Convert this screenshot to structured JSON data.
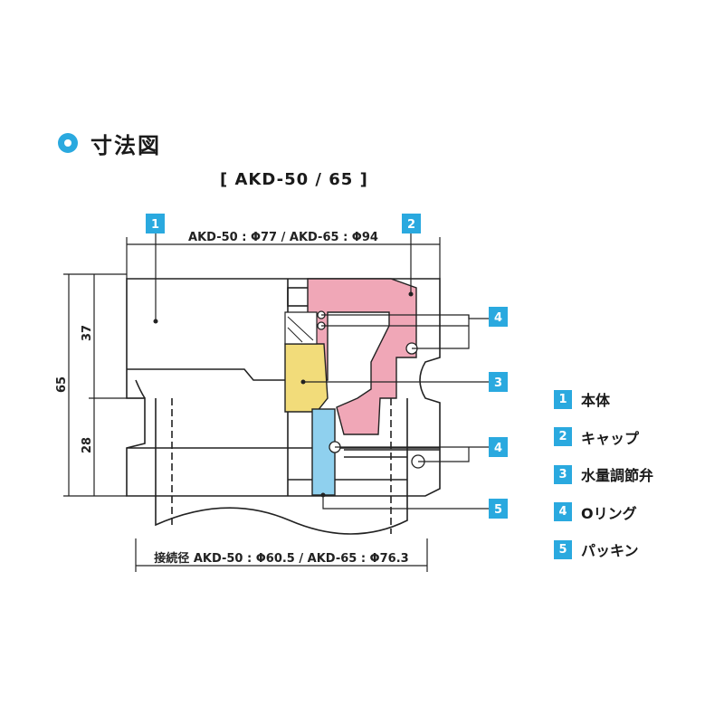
{
  "heading": {
    "title": "寸法図"
  },
  "model_label": "[ AKD-50 / 65 ]",
  "dimensions": {
    "top_diameter": "AKD-50 : Φ77 / AKD-65 : Φ94",
    "bottom_diameter": "接続径 AKD-50 : Φ60.5 / AKD-65 : Φ76.3",
    "total_height": "65",
    "upper_height": "37",
    "lower_height": "28"
  },
  "callouts": [
    {
      "num": "1"
    },
    {
      "num": "2"
    },
    {
      "num": "4"
    },
    {
      "num": "3"
    },
    {
      "num": "4"
    },
    {
      "num": "5"
    }
  ],
  "legend": [
    {
      "num": "1",
      "label": "本体"
    },
    {
      "num": "2",
      "label": "キャップ"
    },
    {
      "num": "3",
      "label": "水量調節弁"
    },
    {
      "num": "4",
      "label": "Oリング"
    },
    {
      "num": "5",
      "label": "パッキン"
    }
  ],
  "colors": {
    "accent": "#2aa9df",
    "cap": "#f0a7b7",
    "valve": "#f2dc7a",
    "packing": "#8fd0ee",
    "line": "#222222"
  }
}
